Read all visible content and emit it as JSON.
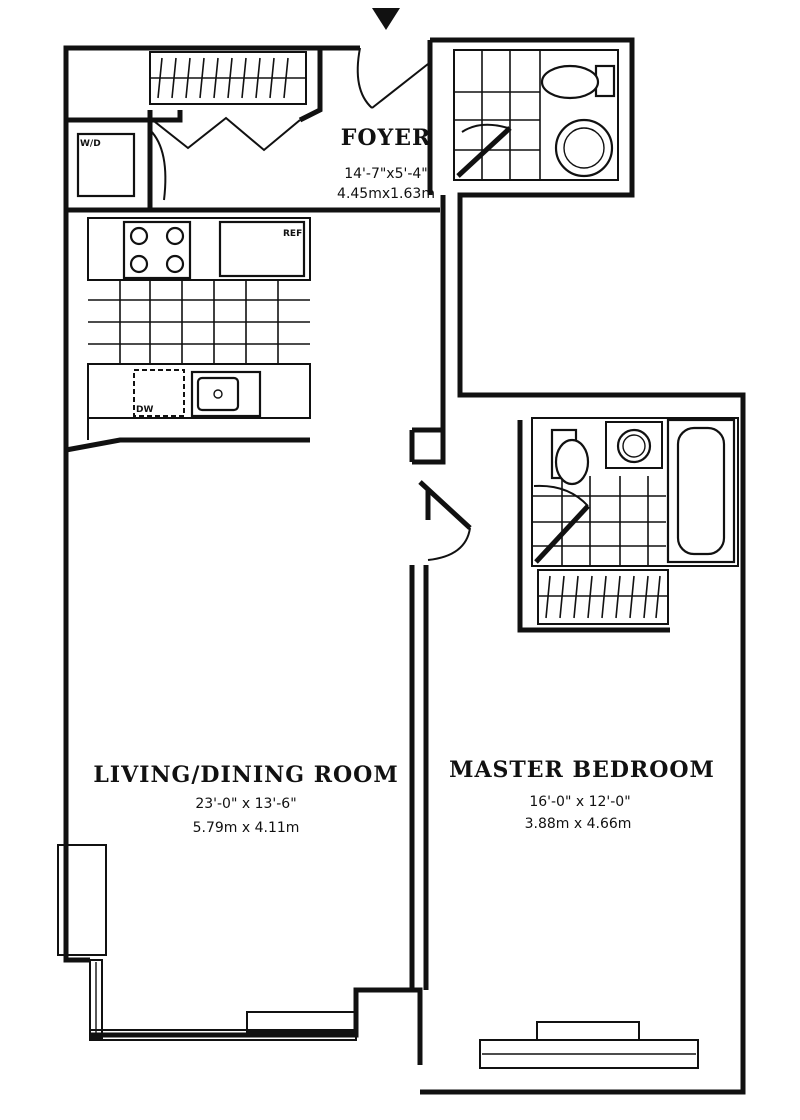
{
  "rooms": {
    "foyer": {
      "name": "FOYER",
      "dim_imperial": "14'-7\"x5'-4\"",
      "dim_metric": "4.45mx1.63m"
    },
    "living": {
      "name": "LIVING/DINING ROOM",
      "dim_imperial": "23'-0\" x 13'-6\"",
      "dim_metric": "5.79m x 4.11m"
    },
    "bedroom": {
      "name": "MASTER BEDROOM",
      "dim_imperial": "16'-0\" x 12'-0\"",
      "dim_metric": "3.88m x 4.66m"
    }
  },
  "fixtures": {
    "wd": "W/D",
    "ref": "REF",
    "dw": "DW"
  },
  "entry_marker": "entry-arrow"
}
